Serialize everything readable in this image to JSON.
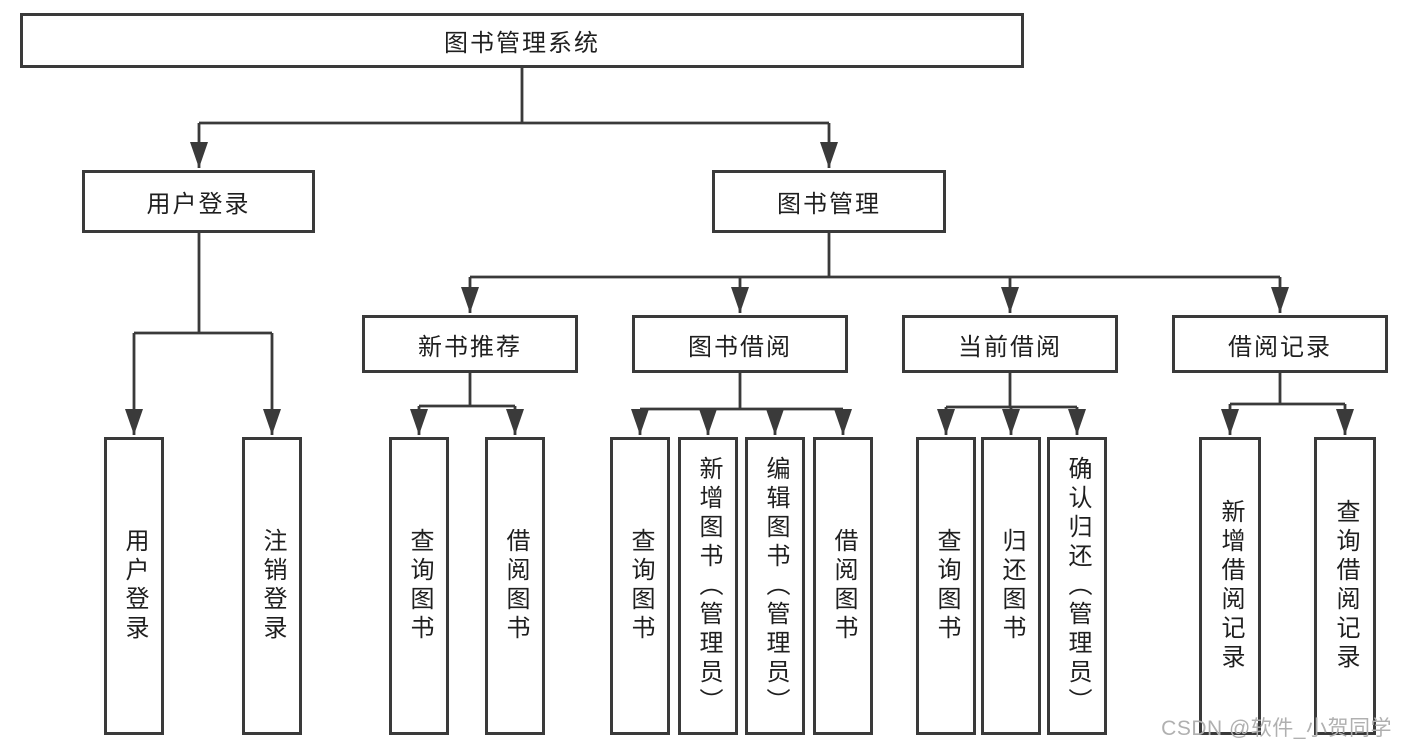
{
  "tree": {
    "label": "图书管理系统",
    "children": [
      {
        "label": "用户登录",
        "children": [
          {
            "label": "用户登录"
          },
          {
            "label": "注销登录"
          }
        ]
      },
      {
        "label": "图书管理",
        "children": [
          {
            "label": "新书推荐",
            "children": [
              {
                "label": "查询图书"
              },
              {
                "label": "借阅图书"
              }
            ]
          },
          {
            "label": "图书借阅",
            "children": [
              {
                "label": "查询图书"
              },
              {
                "label": "新增图书（管理员）"
              },
              {
                "label": "编辑图书（管理员）"
              },
              {
                "label": "借阅图书"
              }
            ]
          },
          {
            "label": "当前借阅",
            "children": [
              {
                "label": "查询图书"
              },
              {
                "label": "归还图书"
              },
              {
                "label": "确认归还（管理员）"
              }
            ]
          },
          {
            "label": "借阅记录",
            "children": [
              {
                "label": "新增借阅记录"
              },
              {
                "label": "查询借阅记录"
              }
            ]
          }
        ]
      }
    ]
  },
  "watermark": {
    "text": "CSDN @软件_小贺同学"
  },
  "colors": {
    "line": "#3a3a3a",
    "text": "#1f1f1f",
    "background": "#ffffff",
    "watermark": "#b0b0b0"
  }
}
